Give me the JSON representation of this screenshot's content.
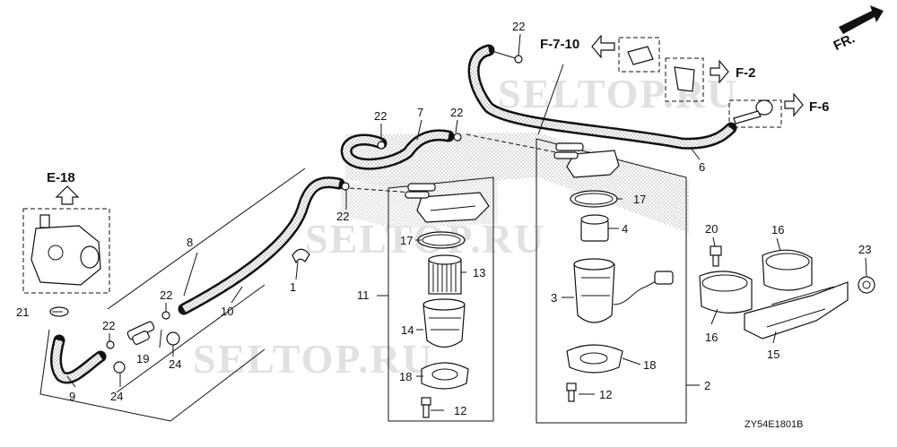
{
  "watermarks": [
    "SELTOP.RU",
    "SELTOP.RU",
    "SELTOP.RU"
  ],
  "direction_label": "FR.",
  "diagram_code": "ZY54E1801B",
  "references": {
    "e18": "E-18",
    "f710": "F-7-10",
    "f2": "F-2",
    "f6": "F-6"
  },
  "callouts": {
    "c22a": "22",
    "c7": "7",
    "c22b": "22",
    "c22c": "22",
    "c22d": "22",
    "c22e": "22",
    "c22f": "22",
    "c6": "6",
    "c8": "8",
    "c1": "1",
    "c10": "10",
    "c21": "21",
    "c9": "9",
    "c19": "19",
    "c24a": "24",
    "c24b": "24",
    "c11": "11",
    "c17a": "17",
    "c13": "13",
    "c14": "14",
    "c18a": "18",
    "c12a": "12",
    "c17b": "17",
    "c4": "4",
    "c3": "3",
    "c18b": "18",
    "c12b": "12",
    "c2": "2",
    "c20": "20",
    "c16a": "16",
    "c16b": "16",
    "c23": "23",
    "c15": "15"
  }
}
